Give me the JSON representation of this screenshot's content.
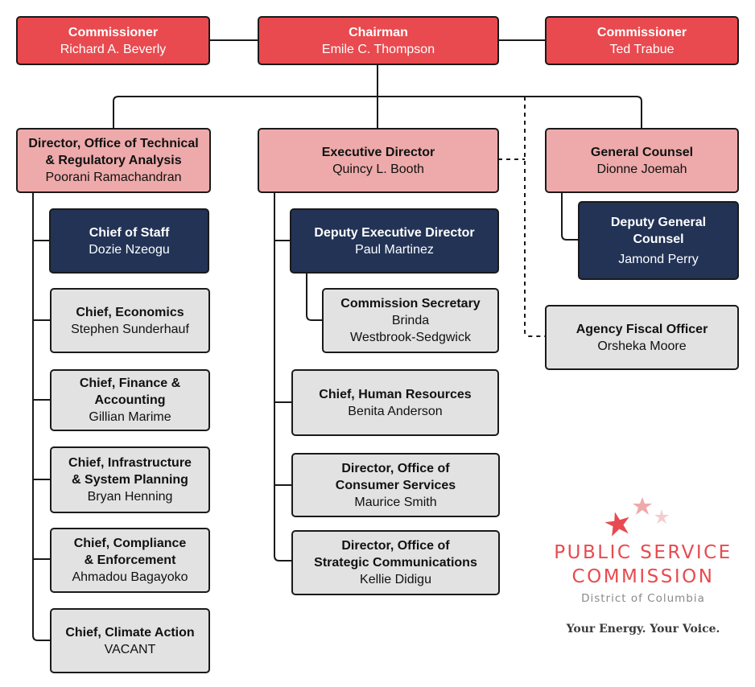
{
  "colors": {
    "commissioner_red": "#e84a4f",
    "director_pink": "#eeaaaa",
    "deputy_navy": "#223356",
    "staff_gray": "#e2e2e2",
    "line_black": "#1a1a1a",
    "logo_gray": "#8a8a8a"
  },
  "commission": {
    "commissioner_left": {
      "title": "Commissioner",
      "name": "Richard A. Beverly"
    },
    "chairman": {
      "title": "Chairman",
      "name": "Emile C. Thompson"
    },
    "commissioner_right": {
      "title": "Commissioner",
      "name": "Ted Trabue"
    }
  },
  "directors": {
    "otra": {
      "title_line1": "Director, Office of Technical",
      "title_line2": "& Regulatory Analysis",
      "name": "Poorani Ramachandran"
    },
    "executive": {
      "title": "Executive Director",
      "name": "Quincy L. Booth"
    },
    "general_counsel": {
      "title": "General Counsel",
      "name": "Dionne Joemah"
    }
  },
  "otra_reports": [
    {
      "title_line1": "Chief of Staff",
      "title_line2": "",
      "name": "Dozie Nzeogu"
    },
    {
      "title_line1": "Chief, Economics",
      "title_line2": "",
      "name": "Stephen Sunderhauf"
    },
    {
      "title_line1": "Chief, Finance &",
      "title_line2": "Accounting",
      "name": "Gillian Marime"
    },
    {
      "title_line1": "Chief, Infrastructure",
      "title_line2": "& System Planning",
      "name": "Bryan Henning"
    },
    {
      "title_line1": "Chief, Compliance",
      "title_line2": "& Enforcement",
      "name": "Ahmadou Bagayoko"
    },
    {
      "title_line1": "Chief, Climate Action",
      "title_line2": "",
      "name": "VACANT"
    }
  ],
  "executive_reports": {
    "deputy": {
      "title": "Deputy Executive Director",
      "name": "Paul Martinez"
    },
    "commission_secretary": {
      "title": "Commission Secretary",
      "name_line1": "Brinda",
      "name_line2": "Westbrook-Sedgwick"
    },
    "human_resources": {
      "title": "Chief, Human Resources",
      "name": "Benita Anderson"
    },
    "consumer_services": {
      "title_line1": "Director, Office of",
      "title_line2": "Consumer Services",
      "name": "Maurice Smith"
    },
    "strategic_comms": {
      "title_line1": "Director, Office of",
      "title_line2": "Strategic Communications",
      "name": "Kellie Didigu"
    }
  },
  "counsel_reports": {
    "deputy_gc": {
      "title_line1": "Deputy General",
      "title_line2": "Counsel",
      "name": "Jamond Perry"
    },
    "fiscal_officer": {
      "title": "Agency Fiscal Officer",
      "name": "Orsheka Moore"
    }
  },
  "logo": {
    "line1": "PUBLIC SERVICE",
    "line2": "COMMISSION",
    "line3": "District of Columbia",
    "tagline": "Your Energy. Your Voice.",
    "icon": "three-stars-icon"
  }
}
